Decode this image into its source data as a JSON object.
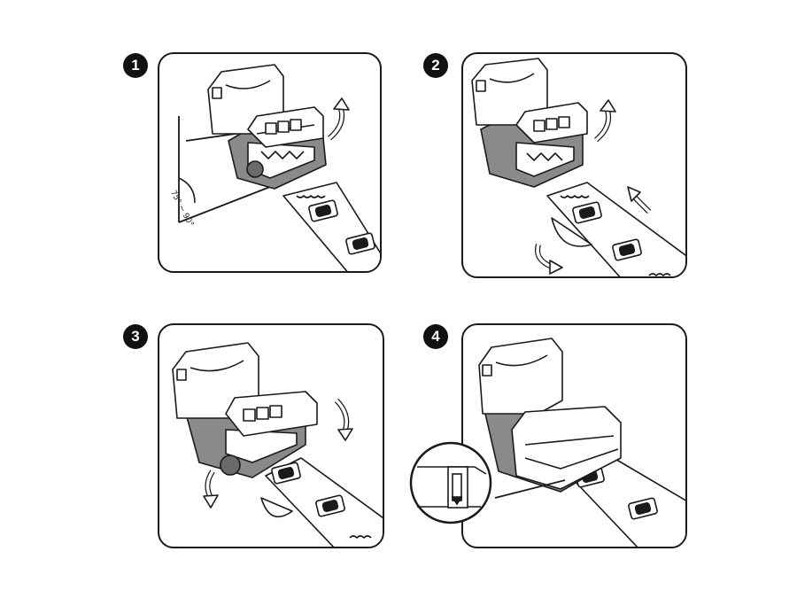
{
  "steps": [
    {
      "number": "1",
      "angle_text": "75° ~ 90°"
    },
    {
      "number": "2"
    },
    {
      "number": "3"
    },
    {
      "number": "4"
    }
  ],
  "colors": {
    "outline": "#1a1a1a",
    "connector_base": "#8a8a8a",
    "badge": "#111111",
    "panel_bg": "#ffffff"
  }
}
